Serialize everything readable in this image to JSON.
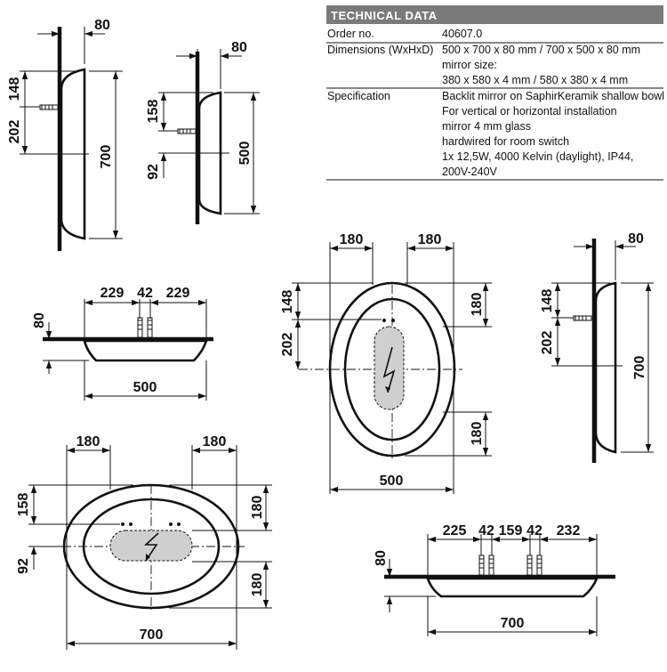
{
  "technical": {
    "header": "TECHNICAL DATA",
    "rows": [
      {
        "label": "Order no.",
        "lines": [
          "40607.0"
        ]
      },
      {
        "label": "Dimensions (WxHxD)",
        "lines": [
          "500 x 700 x 80 mm / 700 x 500 x 80 mm",
          "mirror size:",
          "380 x 580 x 4 mm / 580 x 380 x 4 mm"
        ]
      },
      {
        "label": "Specification",
        "lines": [
          "Backlit mirror on SaphirKeramik shallow bowl",
          "For vertical or horizontal installation",
          "mirror 4 mm glass",
          "hardwired for room switch",
          "1x 12,5W, 4000 Kelvin (daylight), IP44,",
          "200V-240V"
        ]
      }
    ]
  },
  "dims": {
    "sv1": {
      "depth": "80",
      "top": "148",
      "mid": "202",
      "height": "700"
    },
    "sv2": {
      "depth": "80",
      "top": "158",
      "mid": "92",
      "height": "500"
    },
    "tv1": {
      "left": "229",
      "mid": "42",
      "right": "229",
      "depth": "80",
      "width": "500"
    },
    "fv1": {
      "left": "180",
      "right": "180",
      "top": "148",
      "mid": "202",
      "rtop": "180",
      "rbot": "180",
      "width": "500"
    },
    "sv3": {
      "depth": "80",
      "top": "148",
      "mid": "202",
      "height": "700"
    },
    "fv2": {
      "left": "180",
      "right": "180",
      "top": "158",
      "mid": "92",
      "rtop": "180",
      "rbot": "180",
      "width": "700"
    },
    "tv2": {
      "a": "225",
      "b": "42",
      "c": "159",
      "d": "42",
      "e": "232",
      "depth": "80",
      "width": "700"
    }
  },
  "colors": {
    "header_bg": "#7a7a7a",
    "panel": "#cfcfcf"
  }
}
